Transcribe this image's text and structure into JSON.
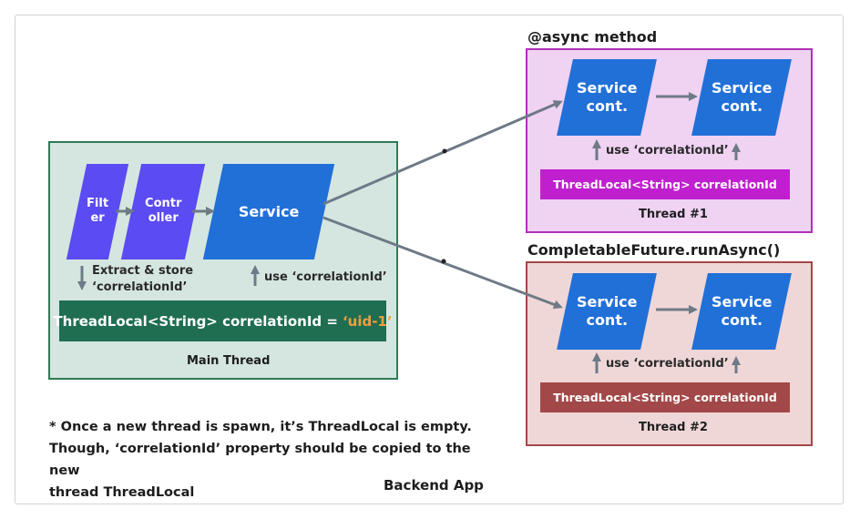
{
  "app": {
    "title": "Backend App"
  },
  "main": {
    "caption": "Main Thread",
    "filter_label": "Filt\ner",
    "controller_label": "Contr\noller",
    "service_label": "Service",
    "extract_note_line1": "Extract & store",
    "extract_note_line2": "‘correlationId’",
    "use_note": "use ‘correlationId’",
    "threadlocal_label": "ThreadLocal<String> correlationId =",
    "threadlocal_value": "‘uid-1’"
  },
  "async": {
    "heading": "@async method",
    "caption": "Thread #1",
    "service1_label": "Service\ncont.",
    "service2_label": "Service\ncont.",
    "use_note": "use ‘correlationId’",
    "threadlocal_label": "ThreadLocal<String> correlationId"
  },
  "future": {
    "heading": "CompletableFuture.runAsync()",
    "caption": "Thread #2",
    "service1_label": "Service\ncont.",
    "service2_label": "Service\ncont.",
    "use_note": "use ‘correlationId’",
    "threadlocal_label": "ThreadLocal<String> correlationId"
  },
  "footnote": {
    "line1": "* Once a new thread is spawn, it’s ThreadLocal is empty.",
    "line2": "Though, ‘correlationId’ property should be copied to the new",
    "line3": "thread ThreadLocal"
  },
  "colors": {
    "main_bg": "#d5e6e0",
    "main_border": "#2f7a55",
    "main_threadlocal": "#1f6e52",
    "async_bg": "#f0d2f3",
    "async_border": "#b030b8",
    "async_threadlocal": "#bf1fcf",
    "future_bg": "#f0d7d7",
    "future_border": "#a24848",
    "future_threadlocal": "#a24848",
    "filter_fill": "#5b4bf2",
    "service_fill": "#2170d8",
    "arrow": "#6e7a86",
    "value_highlight": "#f0a03c"
  }
}
